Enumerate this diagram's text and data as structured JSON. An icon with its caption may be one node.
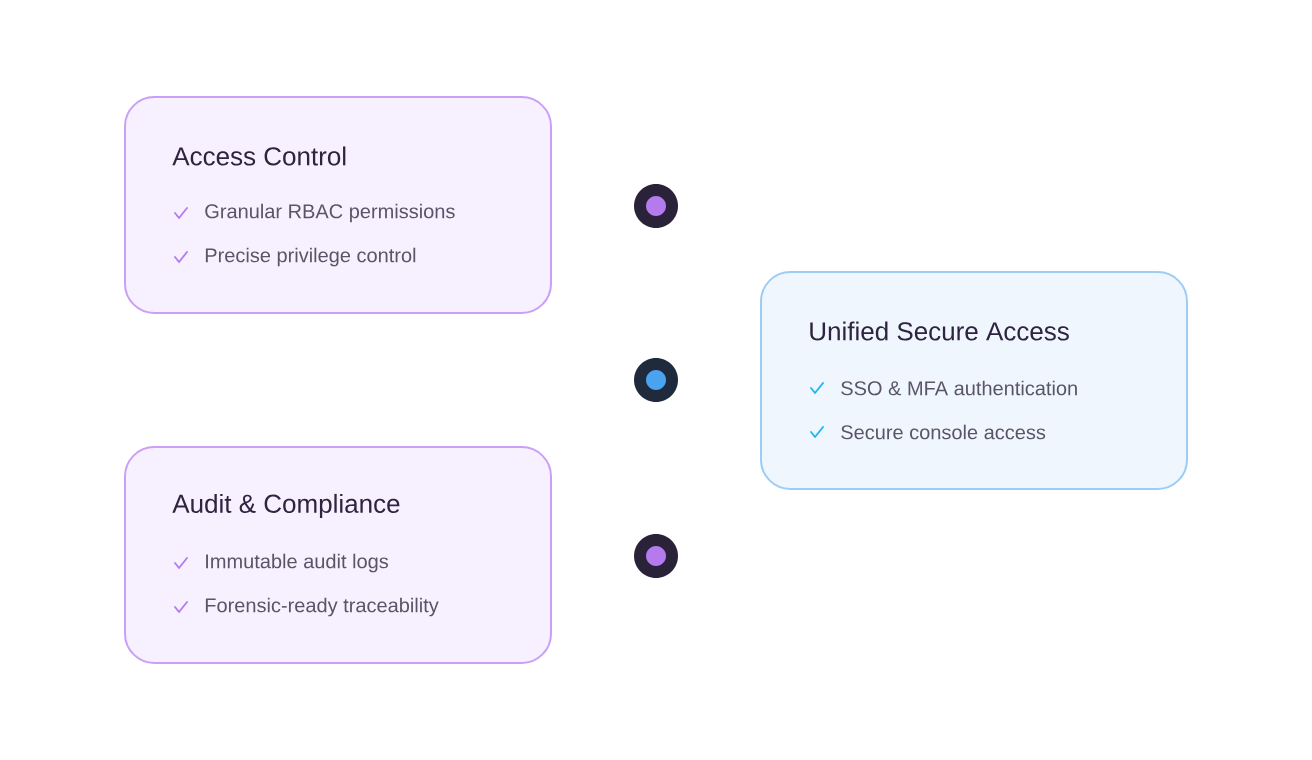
{
  "diagram": {
    "nodes": [
      {
        "text": [
          "Access Control",
          "Granular RBAC permissions",
          "Precise privilege control"
        ]
      },
      {
        "text": [
          "Audit & Compliance",
          "Immutable audit logs",
          "Forensic-ready traceability"
        ]
      },
      {
        "text": [],
        "shape": "circle"
      },
      {
        "text": [],
        "shape": "circle"
      },
      {
        "text": [],
        "shape": "circle"
      },
      {
        "text": [
          "Unified Secure Access",
          "SSO & MFA authentication",
          "Secure console access"
        ]
      }
    ]
  }
}
